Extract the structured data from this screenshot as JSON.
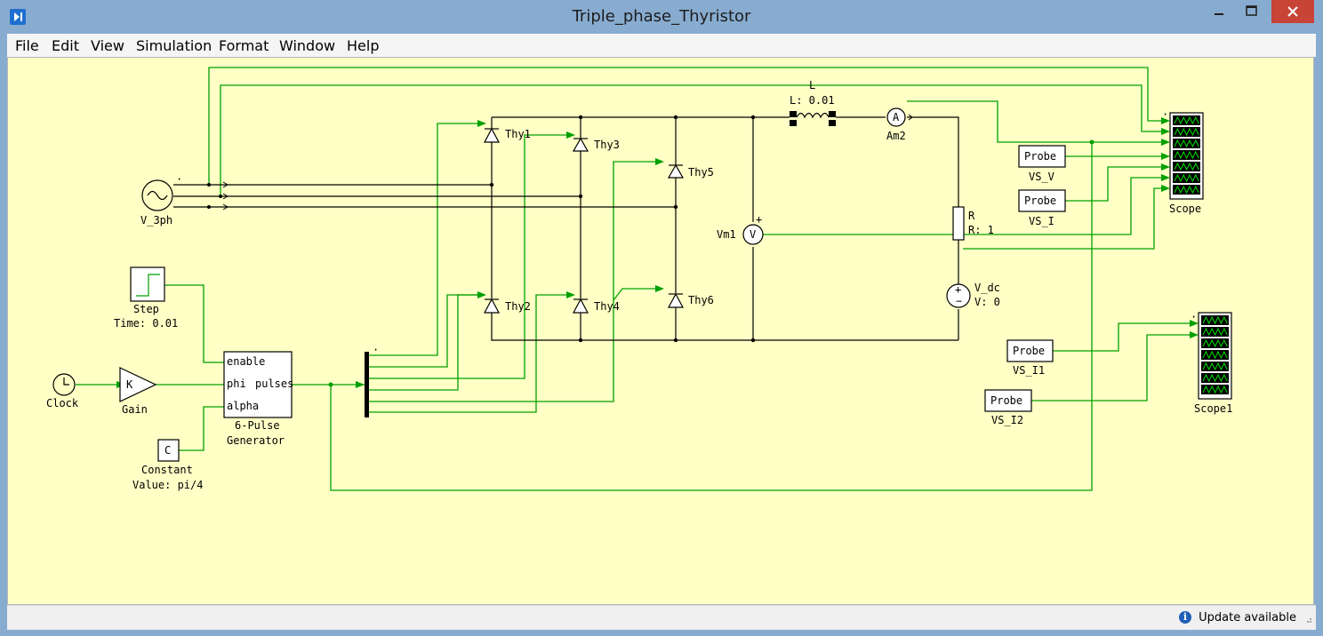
{
  "window": {
    "title": "Triple_phase_Thyristor"
  },
  "menu": {
    "file": "File",
    "edit": "Edit",
    "view": "View",
    "simulation": "Simulation",
    "format": "Format",
    "window": "Window",
    "help": "Help"
  },
  "status": {
    "update": "Update available",
    "info_glyph": "i"
  },
  "blocks": {
    "v3ph": {
      "name": "V_3ph"
    },
    "step": {
      "name": "Step",
      "param": "Time: 0.01"
    },
    "clock": {
      "name": "Clock"
    },
    "gain": {
      "name": "Gain",
      "glyph": "K"
    },
    "constant": {
      "name": "Constant",
      "param": "Value: pi/4",
      "glyph": "C"
    },
    "pulse": {
      "name_line1": "6-Pulse",
      "name_line2": "Generator",
      "port_enable": "enable",
      "port_phi": "phi",
      "port_alpha": "alpha",
      "port_pulses": "pulses"
    },
    "thy1": "Thy1",
    "thy2": "Thy2",
    "thy3": "Thy3",
    "thy4": "Thy4",
    "thy5": "Thy5",
    "thy6": "Thy6",
    "inductor": {
      "name": "L",
      "param": "L: 0.01"
    },
    "ammeter": {
      "name": "Am2",
      "glyph": "A"
    },
    "resistor": {
      "name": "R",
      "param": "R: 1"
    },
    "voltmeter": {
      "name": "Vm1",
      "glyph": "V"
    },
    "vdc": {
      "name": "V_dc",
      "param": "V: 0"
    },
    "probe_v": {
      "label": "Probe",
      "name": "VS_V"
    },
    "probe_i": {
      "label": "Probe",
      "name": "VS_I"
    },
    "probe_i1": {
      "label": "Probe",
      "name": "VS_I1"
    },
    "probe_i2": {
      "label": "Probe",
      "name": "VS_I2"
    },
    "scope": {
      "name": "Scope"
    },
    "scope1": {
      "name": "Scope1"
    }
  },
  "colors": {
    "canvas": "#ffffc6",
    "signal_wire": "#00a000",
    "electrical_wire": "#000000",
    "scope_trace": "#00e000"
  }
}
